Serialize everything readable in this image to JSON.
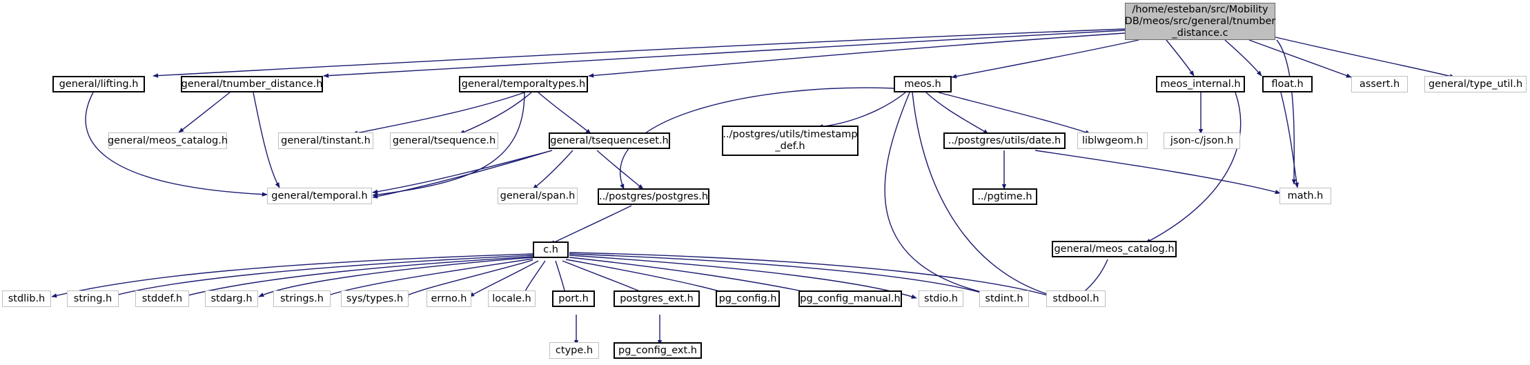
{
  "colors": {
    "edge": "#191970",
    "documented_border": "#000000",
    "system_border": "#bfbfbf",
    "root_fill": "#bfbfbf"
  },
  "nodes": {
    "root": {
      "line1": "/home/esteban/src/Mobility",
      "line2": "DB/meos/src/general/tnumber",
      "line3": "_distance.c"
    },
    "lifting": "general/lifting.h",
    "tnumber_distance_h": "general/tnumber_distance.h",
    "temporaltypes": "general/temporaltypes.h",
    "meos_h": "meos.h",
    "meos_internal": "meos_internal.h",
    "float_h": "float.h",
    "assert_h": "assert.h",
    "type_util": "general/type_util.h",
    "meos_catalog_a": "general/meos_catalog.h",
    "tinstant": "general/tinstant.h",
    "tsequence": "general/tsequence.h",
    "tsequenceset": "general/tsequenceset.h",
    "timestamp_def": {
      "line1": "../postgres/utils/timestamp",
      "line2": "_def.h"
    },
    "date_h": "../postgres/utils/date.h",
    "liblwgeom": "liblwgeom.h",
    "json_h": "json-c/json.h",
    "temporal_h": "general/temporal.h",
    "span_h": "general/span.h",
    "postgres_h": "../postgres/postgres.h",
    "pgtime": "../pgtime.h",
    "math_h": "math.h",
    "c_h": "c.h",
    "meos_catalog_b": "general/meos_catalog.h",
    "stdlib": "stdlib.h",
    "string_h": "string.h",
    "stddef": "stddef.h",
    "stdarg": "stdarg.h",
    "strings": "strings.h",
    "sys_types": "sys/types.h",
    "errno": "errno.h",
    "locale": "locale.h",
    "port_h": "port.h",
    "postgres_ext": "postgres_ext.h",
    "pg_config": "pg_config.h",
    "pg_config_manual": "pg_config_manual.h",
    "stdio": "stdio.h",
    "stdint": "stdint.h",
    "stdbool": "stdbool.h",
    "ctype": "ctype.h",
    "pg_config_ext": "pg_config_ext.h"
  }
}
